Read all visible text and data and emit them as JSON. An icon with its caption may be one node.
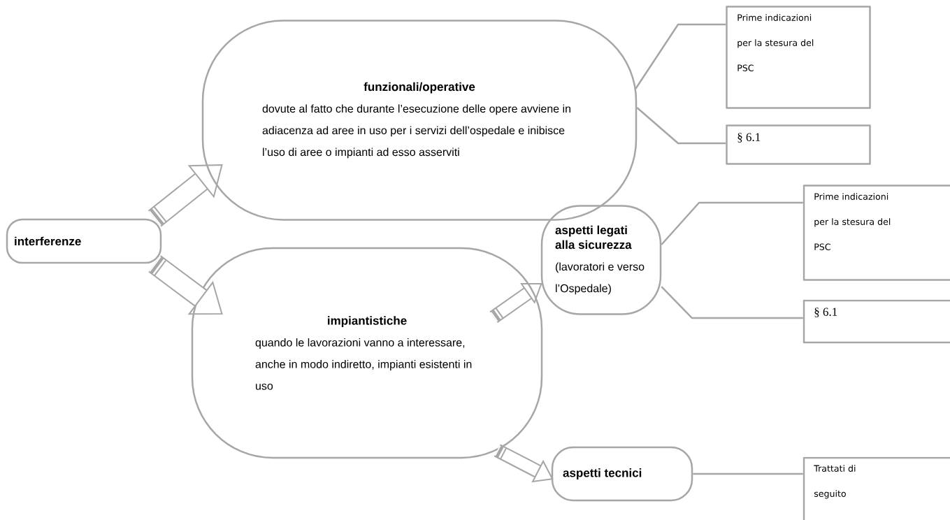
{
  "diagram": {
    "nodes": [
      {
        "text": [
          "interferenze"
        ]
      },
      {
        "text": [
          "funzionali/operative",
          "dovute al fatto che durante l’esecuzione delle opere avviene in adiacenza ad aree in uso per i servizi dell’ospedale e inibisce l’uso di aree o impianti ad esso asserviti"
        ]
      },
      {
        "text": [
          "impiantistiche",
          "quando le lavorazioni vanno a interessare, anche in modo indiretto, impianti esistenti in uso"
        ]
      },
      {
        "text": [
          "aspetti legati alla sicurezza",
          "(lavoratori e verso l’Ospedale)"
        ]
      },
      {
        "text": [
          "aspetti tecnici"
        ]
      },
      {
        "text": [
          "Prime indicazioni per la stesura del PSC"
        ]
      },
      {
        "text": [
          "§ 6.1"
        ]
      },
      {
        "text": [
          "Prime indicazioni per la stesura del PSC"
        ]
      },
      {
        "text": [
          "§ 6.1"
        ]
      },
      {
        "text": [
          "Trattati di seguito"
        ]
      }
    ],
    "edges": [
      {
        "from": 0,
        "to": 1,
        "arrow": "to",
        "style": "thick"
      },
      {
        "from": 0,
        "to": 2,
        "arrow": "to",
        "style": "thick"
      },
      {
        "from": 2,
        "to": 3,
        "arrow": "to",
        "style": "thick"
      },
      {
        "from": 2,
        "to": 4,
        "arrow": "to",
        "style": "thick"
      },
      {
        "from": 1,
        "to": 5,
        "arrow": "none"
      },
      {
        "from": 1,
        "to": 6,
        "arrow": "none"
      },
      {
        "from": 3,
        "to": 7,
        "arrow": "none"
      },
      {
        "from": 3,
        "to": 8,
        "arrow": "none"
      },
      {
        "from": 4,
        "to": 9,
        "arrow": "none"
      }
    ]
  }
}
